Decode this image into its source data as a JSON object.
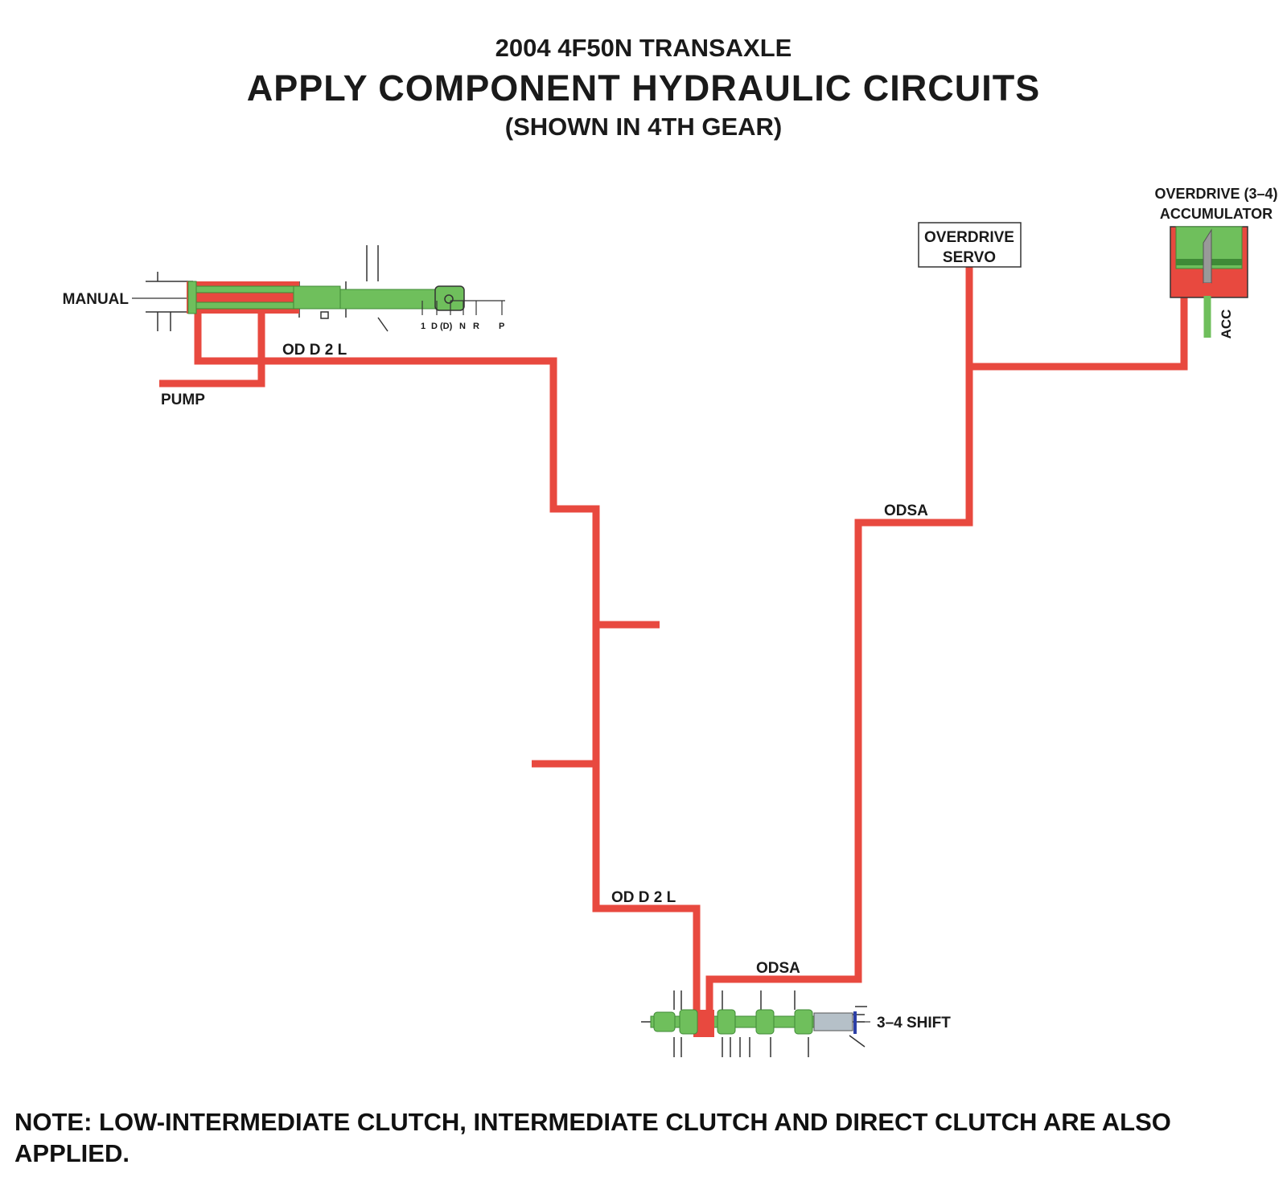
{
  "header": {
    "subtitle": "2004 4F50N TRANSAXLE",
    "title": "APPLY COMPONENT HYDRAULIC CIRCUITS",
    "gear_note": "(SHOWN IN 4TH GEAR)"
  },
  "labels": {
    "manual": "MANUAL",
    "pump": "PUMP",
    "od_d2l_top": "OD D 2 L",
    "od_d2l_bottom": "OD D 2 L",
    "odsa_right": "ODSA",
    "odsa_bottom": "ODSA",
    "overdrive_servo_line1": "OVERDRIVE",
    "overdrive_servo_line2": "SERVO",
    "accumulator_line1": "OVERDRIVE (3–4)",
    "accumulator_line2": "ACCUMULATOR",
    "acc": "ACC",
    "shift_valve": "3–4 SHIFT",
    "positions": [
      "1",
      "D",
      "(D)",
      "N",
      "R",
      "P"
    ]
  },
  "footer": {
    "note": "NOTE: LOW-INTERMEDIATE CLUTCH, INTERMEDIATE CLUTCH AND DIRECT CLUTCH ARE ALSO APPLIED."
  },
  "colors": {
    "pressure": "#e8493f",
    "valve": "#6fbf5c",
    "valve_dark": "#3f8a36",
    "outline": "#333333"
  }
}
